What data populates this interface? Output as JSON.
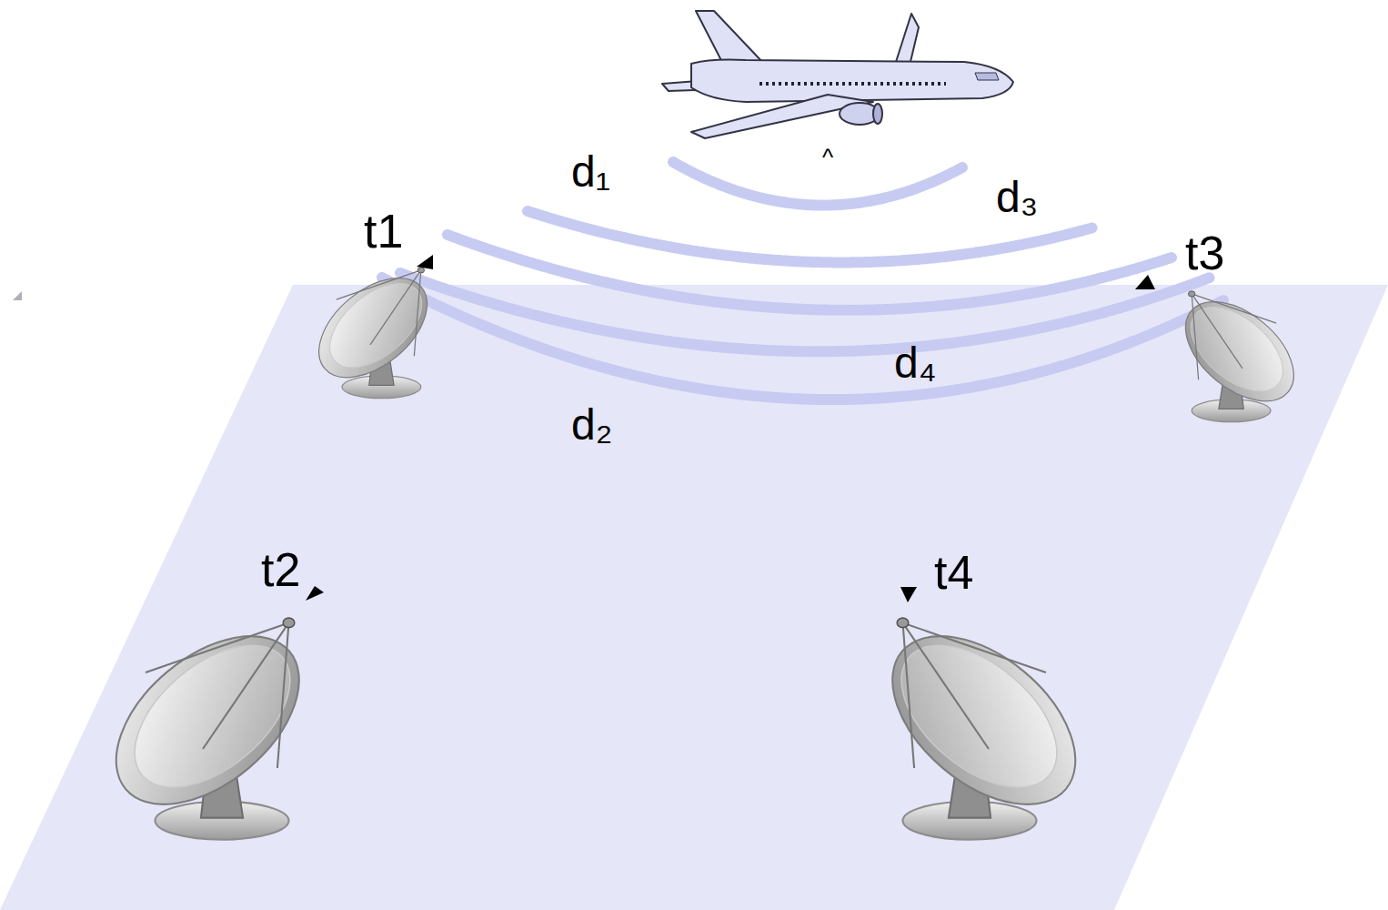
{
  "diagram": {
    "labels": [
      "d₁",
      "^",
      "d₃",
      "t1",
      "t3",
      "d₄",
      "d₂",
      "t2",
      "t4"
    ]
  }
}
